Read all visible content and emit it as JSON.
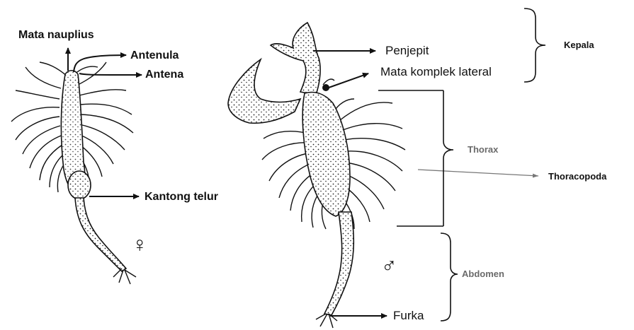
{
  "colors": {
    "ink": "#111111",
    "grey_label": "#6a6a6a",
    "background": "#ffffff"
  },
  "female": {
    "symbol": "♀",
    "labels": {
      "mata_nauplius": "Mata nauplius",
      "antenula": "Antenula",
      "antena": "Antena",
      "kantong_telur": "Kantong telur"
    }
  },
  "male": {
    "symbol": "♂",
    "labels": {
      "penjepit": "Penjepit",
      "mata_komplek_lateral": "Mata komplek lateral",
      "thoracopoda": "Thoracopoda",
      "furka": "Furka"
    },
    "regions": {
      "kepala": "Kepala",
      "thorax": "Thorax",
      "abdomen": "Abdomen"
    }
  }
}
